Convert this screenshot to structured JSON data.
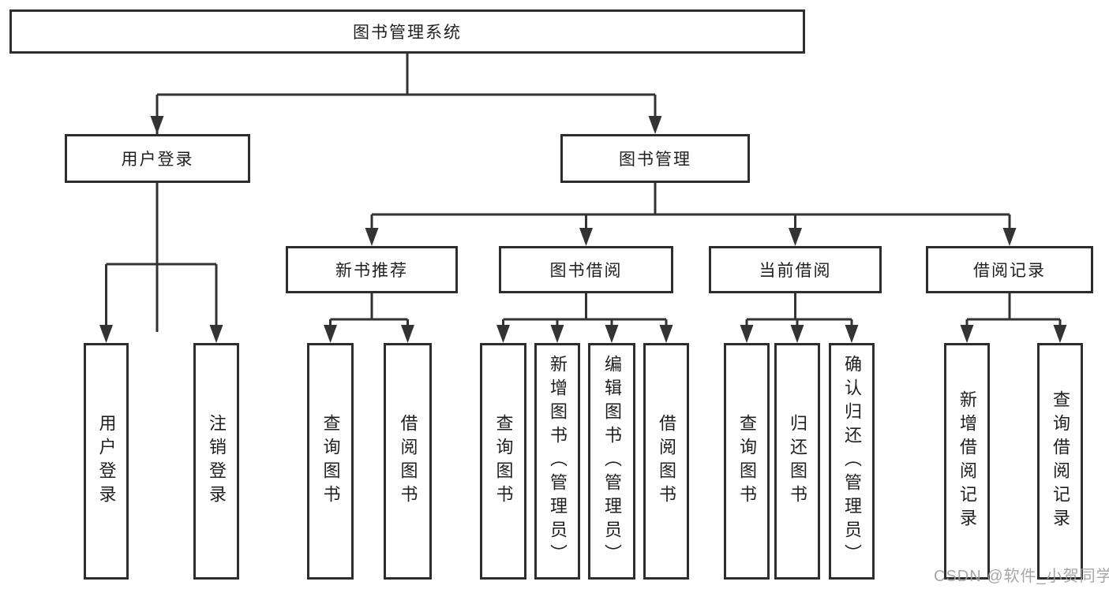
{
  "diagram": {
    "root": {
      "label": "图书管理系统",
      "children": [
        {
          "label": "用户登录",
          "children": [
            {
              "label": "用户登录"
            },
            {
              "label": "注销登录"
            }
          ]
        },
        {
          "label": "图书管理",
          "children": [
            {
              "label": "新书推荐",
              "children": [
                {
                  "label": "查询图书"
                },
                {
                  "label": "借阅图书"
                }
              ]
            },
            {
              "label": "图书借阅",
              "children": [
                {
                  "label": "查询图书"
                },
                {
                  "label": "新增图书（管理员）"
                },
                {
                  "label": "编辑图书（管理员）"
                },
                {
                  "label": "借阅图书"
                }
              ]
            },
            {
              "label": "当前借阅",
              "children": [
                {
                  "label": "查询图书"
                },
                {
                  "label": "归还图书"
                },
                {
                  "label": "确认归还（管理员）"
                }
              ]
            },
            {
              "label": "借阅记录",
              "children": [
                {
                  "label": "新增借阅记录"
                },
                {
                  "label": "查询借阅记录"
                }
              ]
            }
          ]
        }
      ]
    }
  },
  "watermark": {
    "text": "CSDN @软件_小贺同学"
  },
  "colors": {
    "line": "#333333",
    "box_border": "#2d2d2d",
    "text": "#1f1f1f",
    "background": "#ffffff",
    "watermark": "#9e9e9e"
  }
}
